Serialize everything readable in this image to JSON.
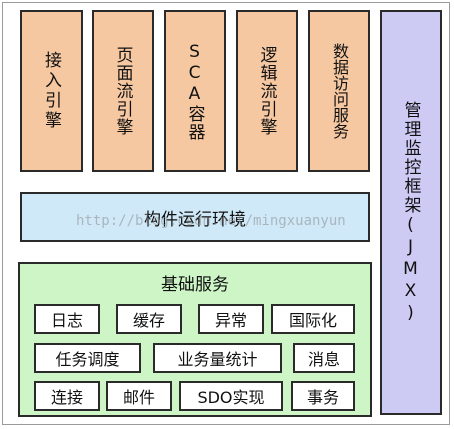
{
  "engines": [
    "接入引擎",
    "页面流引擎",
    "SCA容器",
    "逻辑流引擎",
    "数据访问服务"
  ],
  "management": "管理监控框架(JMX)",
  "runtime": "构件运行环境",
  "watermark": "http://blog.csdn.net/mingxuanyun",
  "basic_services": {
    "title": "基础服务",
    "row1": [
      "日志",
      "缓存",
      "异常",
      "国际化"
    ],
    "row2": [
      "任务调度",
      "业务量统计",
      "消息"
    ],
    "row3": [
      "连接",
      "邮件",
      "SDO实现",
      "事务"
    ]
  },
  "colors": {
    "engine": "#f6c8a2",
    "management": "#cdcaf4",
    "runtime": "#cfe9f8",
    "basic": "#cdf5c6"
  }
}
